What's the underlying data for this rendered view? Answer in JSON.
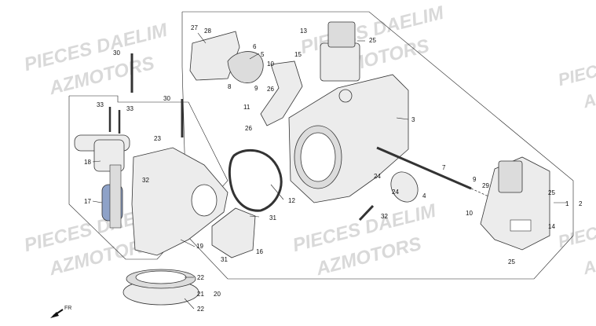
{
  "watermarks": [
    {
      "text": "PIECES DAELIM"
    },
    {
      "text": "AZMOTORS"
    },
    {
      "text": "PIECES DAELIM"
    },
    {
      "text": "AZMOTORS"
    },
    {
      "text": "PIECES DAELIM"
    },
    {
      "text": "AZMOTORS"
    },
    {
      "text": "PIECES DAELIM"
    },
    {
      "text": "AZMOTORS"
    },
    {
      "text": "PIECES"
    },
    {
      "text": "AZ"
    },
    {
      "text": "PIECES"
    },
    {
      "text": "AZ"
    }
  ],
  "callouts": [
    "27",
    "28",
    "6",
    "5",
    "10",
    "8",
    "9",
    "26",
    "15",
    "13",
    "25",
    "3",
    "11",
    "26",
    "30",
    "33",
    "33",
    "30",
    "18",
    "23",
    "17",
    "32",
    "24",
    "24",
    "4",
    "7",
    "9",
    "29",
    "10",
    "25",
    "1",
    "2",
    "12",
    "31",
    "31",
    "16",
    "19",
    "14",
    "25",
    "32",
    "22",
    "21",
    "20",
    "22"
  ],
  "direction_label": "FR",
  "colors": {
    "injector": "#8ea2c8",
    "drawing": "#333333",
    "watermark": "#d9d9d9"
  }
}
